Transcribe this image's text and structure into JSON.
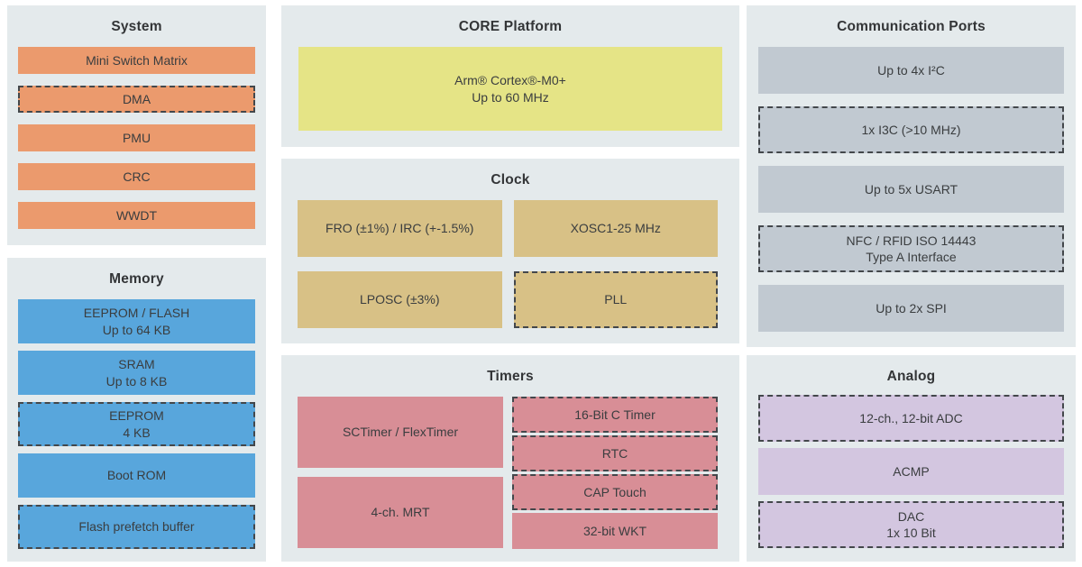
{
  "colors": {
    "page_bg": "#ffffff",
    "panel_bg": "#e4eaec",
    "text": "#3a3d3f",
    "dashed_border": "#43474b",
    "system_fill": "#eb9a6d",
    "memory_fill": "#58a6dc",
    "core_fill": "#e5e486",
    "clock_fill": "#d8c186",
    "timers_fill": "#d88e96",
    "comm_fill": "#c1c9d1",
    "analog_fill": "#d3c6e0"
  },
  "panels": {
    "system": {
      "title": "System",
      "blocks": [
        {
          "label": "Mini Switch Matrix",
          "style": "solid"
        },
        {
          "label": "DMA",
          "style": "dashed"
        },
        {
          "label": "PMU",
          "style": "solid"
        },
        {
          "label": "CRC",
          "style": "solid"
        },
        {
          "label": "WWDT",
          "style": "solid"
        }
      ]
    },
    "memory": {
      "title": "Memory",
      "blocks": [
        {
          "label": "EEPROM / FLASH\nUp to 64 KB",
          "style": "solid"
        },
        {
          "label": "SRAM\nUp to 8 KB",
          "style": "solid"
        },
        {
          "label": "EEPROM\n4 KB",
          "style": "dashed"
        },
        {
          "label": "Boot ROM",
          "style": "solid"
        },
        {
          "label": "Flash prefetch buffer",
          "style": "dashed"
        }
      ]
    },
    "core": {
      "title": "CORE Platform",
      "blocks": [
        {
          "label": "Arm® Cortex®-M0+\nUp to 60 MHz",
          "style": "solid"
        }
      ]
    },
    "clock": {
      "title": "Clock",
      "blocks": [
        {
          "label": "FRO (±1%) / IRC (+-1.5%)",
          "style": "solid"
        },
        {
          "label": "XOSC1-25 MHz",
          "style": "solid"
        },
        {
          "label": "LPOSC (±3%)",
          "style": "solid"
        },
        {
          "label": "PLL",
          "style": "dashed"
        }
      ]
    },
    "timers": {
      "title": "Timers",
      "left_blocks": [
        {
          "label": "SCTimer / FlexTimer",
          "style": "solid"
        },
        {
          "label": "4-ch. MRT",
          "style": "solid"
        }
      ],
      "right_blocks": [
        {
          "label": "16-Bit C Timer",
          "style": "dashed"
        },
        {
          "label": "RTC",
          "style": "dashed"
        },
        {
          "label": "CAP Touch",
          "style": "dashed"
        },
        {
          "label": "32-bit WKT",
          "style": "solid"
        }
      ]
    },
    "comm": {
      "title": "Communication Ports",
      "blocks": [
        {
          "label": "Up to 4x I²C",
          "style": "solid"
        },
        {
          "label": "1x I3C (>10 MHz)",
          "style": "dashed"
        },
        {
          "label": "Up to 5x USART",
          "style": "solid"
        },
        {
          "label": "NFC / RFID ISO 14443\nType A Interface",
          "style": "dashed"
        },
        {
          "label": "Up to 2x SPI",
          "style": "solid"
        }
      ]
    },
    "analog": {
      "title": "Analog",
      "blocks": [
        {
          "label": "12-ch., 12-bit ADC",
          "style": "dashed"
        },
        {
          "label": "ACMP",
          "style": "solid"
        },
        {
          "label": "DAC\n1x 10 Bit",
          "style": "dashed"
        }
      ]
    }
  }
}
